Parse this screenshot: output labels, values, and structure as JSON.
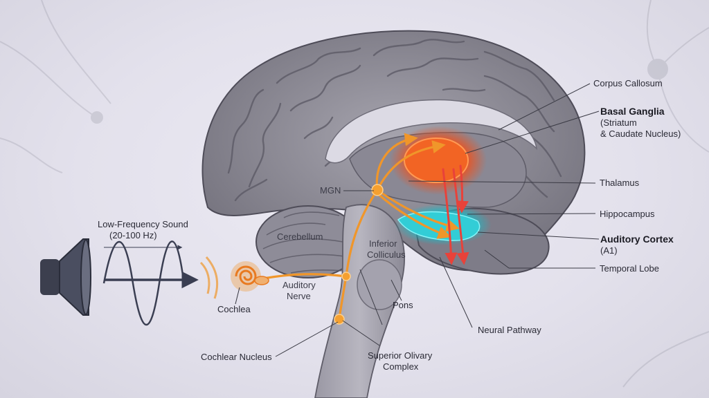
{
  "labels": {
    "corpus_callosum": "Corpus Callosum",
    "basal_ganglia": "Basal Ganglia",
    "basal_ganglia_sub1": "(Striatum",
    "basal_ganglia_sub2": "& Caudate Nucleus)",
    "thalamus": "Thalamus",
    "hippocampus": "Hippocampus",
    "auditory_cortex": "Auditory Cortex",
    "auditory_cortex_sub": "(A1)",
    "temporal_lobe": "Temporal Lobe",
    "neural_pathway": "Neural Pathway",
    "superior_olivary_1": "Superior Olivary",
    "superior_olivary_2": "Complex",
    "pons": "Pons",
    "cochlear_nucleus": "Cochlear Nucleus",
    "cochlea": "Cochlea",
    "auditory_nerve_1": "Auditory",
    "auditory_nerve_2": "Nerve",
    "cerebellum": "Cerebellum",
    "inferior_colliculus_1": "Inferior",
    "inferior_colliculus_2": "Colliculus",
    "mgn": "MGN",
    "sound_1": "Low-Frequency Sound",
    "sound_2": "(20-100 Hz)"
  },
  "colors": {
    "brain": "#8d8b96",
    "brain_dark": "#5e5c68",
    "pathway": "#f0962a",
    "basal_ganglia": "#f05a1e",
    "auditory_cortex": "#2ec8d0",
    "arrow_red": "#e8423a"
  },
  "icons": {
    "speaker": "speaker-icon",
    "sound_wave": "sound-wave-icon"
  }
}
